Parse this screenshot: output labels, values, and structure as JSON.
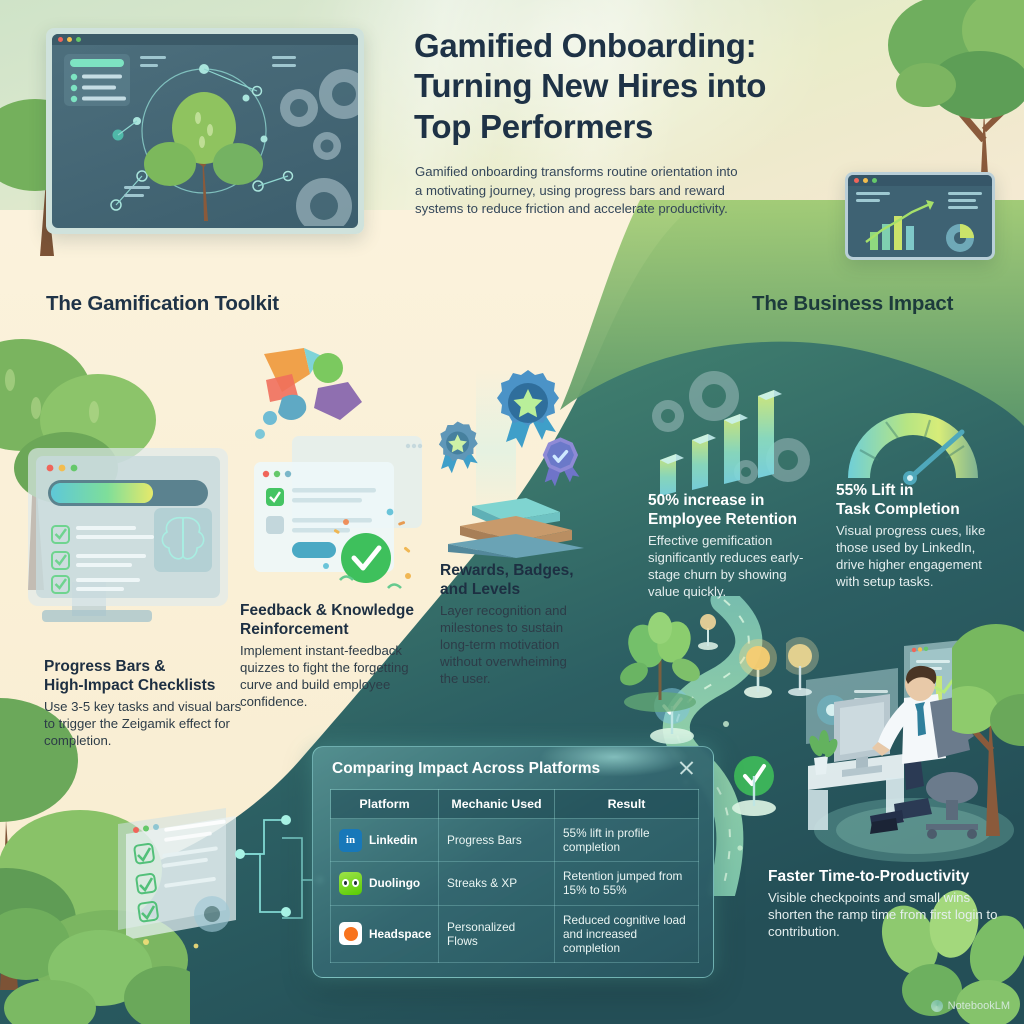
{
  "header": {
    "title_line1": "Gamified Onboarding:",
    "title_line2": "Turning New Hires into",
    "title_line3": "Top Performers",
    "subtitle": "Gamified onboarding transforms routine orientation into a motivating journey, using progress bars and reward systems to reduce friction and accelerate productivity."
  },
  "sections": {
    "toolkit_heading": "The Gamification Toolkit",
    "impact_heading": "The Business Impact"
  },
  "toolkit": [
    {
      "title_line1": "Progress Bars &",
      "title_line2": "High-Impact Checklists",
      "body": "Use 3-5 key tasks and visual bars to trigger the Zeigamik effect for completion."
    },
    {
      "title_line1": "Feedback & Knowledge",
      "title_line2": "Reinforcement",
      "body": "Implement instant-feedback quizzes to fight the forgetting curve and build employee confidence."
    },
    {
      "title_line1": "Rewards, Badges,",
      "title_line2": "and Levels",
      "body": "Layer recognition and milestones to sustain long-term motivation without overwheiming the user."
    }
  ],
  "impact": [
    {
      "title_line1": "50% increase in",
      "title_line2": "Employee Retention",
      "body": "Effective gemification significantly reduces early-stage churn by showing value quickly."
    },
    {
      "title_line1": "55% Lift in",
      "title_line2": "Task Completion",
      "body": "Visual progress cues, like those used by LinkedIn, drive higher engagement with setup tasks."
    },
    {
      "title_line1": "Faster Time-to-Productivity",
      "title_line2": "",
      "body": "Visible checkpoints and small wins shorten the ramp time from first login to contribution."
    }
  ],
  "table_card": {
    "title": "Comparing Impact Across Platforms",
    "close_icon": "close-icon",
    "columns": [
      "Platform",
      "Mechanic Used",
      "Result"
    ],
    "rows": [
      {
        "platform": "Linkedin",
        "icon": "linkedin-logo-icon",
        "mechanic": "Progress Bars",
        "result": "55% lift in profile completion"
      },
      {
        "platform": "Duolingo",
        "icon": "duolingo-logo-icon",
        "mechanic": "Streaks & XP",
        "result": "Retention jumped from 15% to 55%"
      },
      {
        "platform": "Headspace",
        "icon": "headspace-logo-icon",
        "mechanic": "Personalized Flows",
        "result": "Reduced cognitive load and increased completion"
      }
    ]
  },
  "watermark": {
    "label": "NotebookLM"
  },
  "palette": {
    "heading_dark": "#1e3246",
    "cream_bg": "#faf0d7",
    "teal_dark": "#2e5f61",
    "accent_green": "#58cc02",
    "linkedin_blue": "#1878b9",
    "headspace_orange": "#f8731e"
  }
}
